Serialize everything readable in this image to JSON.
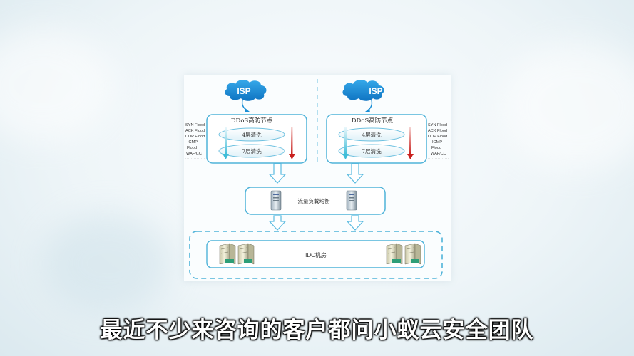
{
  "diagram": {
    "isp_left": "ISP",
    "isp_right": "ISP",
    "node_left": {
      "title": "DDoS高防节点",
      "layer4": "4层清洗",
      "layer7": "7层清洗"
    },
    "node_right": {
      "title": "DDoS高防节点",
      "layer4": "4层清洗",
      "layer7": "7层清洗"
    },
    "attacks_left": [
      "SYN Flood",
      "ACK Flood",
      "UDP Flood",
      "ICMP",
      "Flood",
      "WAF/CC"
    ],
    "attacks_right": [
      "SYN Flood",
      "ACK Flood",
      "UDP Flood",
      "ICMP",
      "Flood",
      "WAF/CC"
    ],
    "load_balancer": "流量负载均衡",
    "idc": "IDC机房",
    "colors": {
      "border": "#4fb3d9",
      "cloud": "#1a8fd6",
      "arrow_down_teal": "#4fc3dd",
      "arrow_down_red": "#d0312d"
    }
  },
  "subtitle": "最近不少来咨询的客户都问小蚁云安全团队"
}
